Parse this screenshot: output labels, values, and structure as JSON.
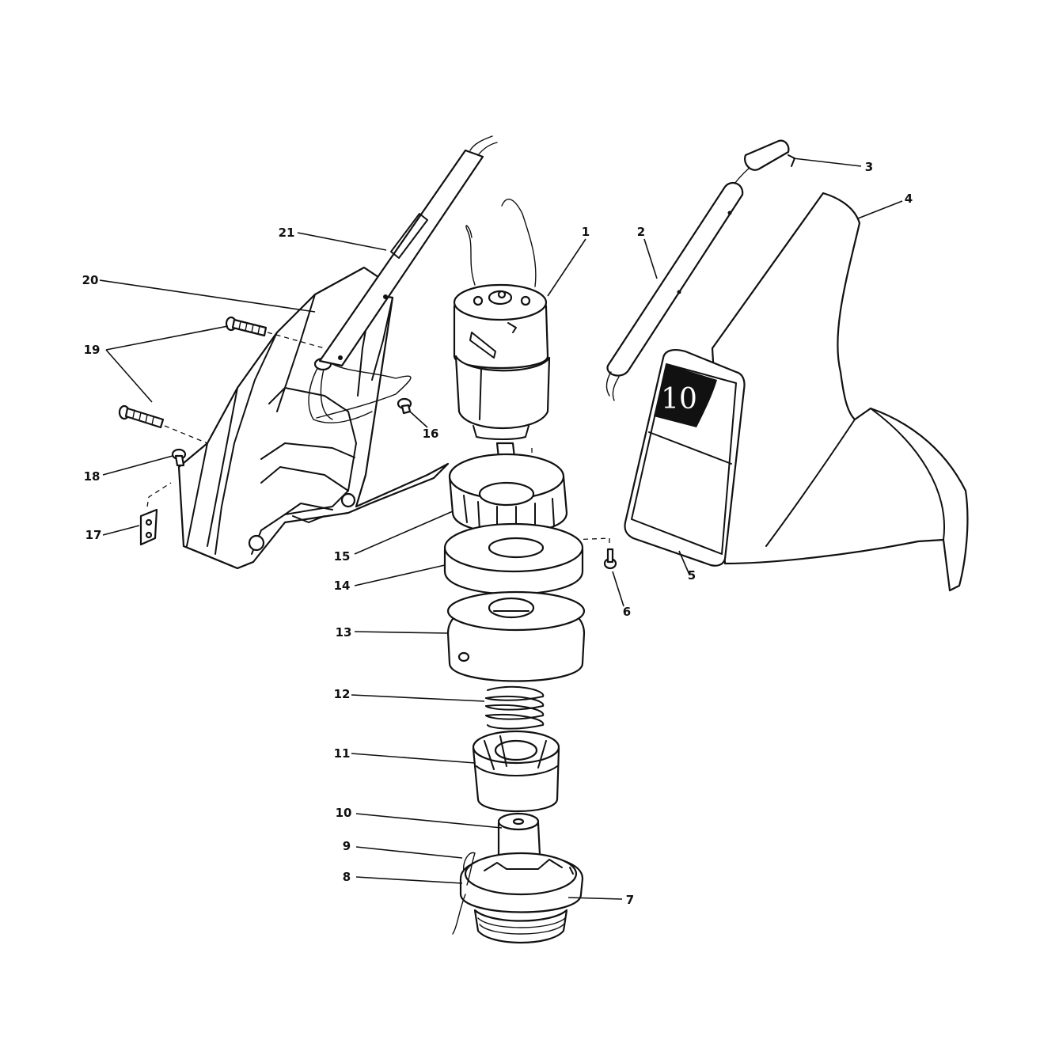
{
  "diagram": {
    "callouts": [
      {
        "id": "c1",
        "text": "1"
      },
      {
        "id": "c2",
        "text": "2"
      },
      {
        "id": "c3",
        "text": "3"
      },
      {
        "id": "c4",
        "text": "4"
      },
      {
        "id": "c5",
        "text": "5"
      },
      {
        "id": "c6",
        "text": "6"
      },
      {
        "id": "c7",
        "text": "7"
      },
      {
        "id": "c8",
        "text": "8"
      },
      {
        "id": "c9",
        "text": "9"
      },
      {
        "id": "c10",
        "text": "10"
      },
      {
        "id": "c11",
        "text": "11"
      },
      {
        "id": "c12",
        "text": "12"
      },
      {
        "id": "c13",
        "text": "13"
      },
      {
        "id": "c14",
        "text": "14"
      },
      {
        "id": "c15",
        "text": "15"
      },
      {
        "id": "c16",
        "text": "16"
      },
      {
        "id": "c17",
        "text": "17"
      },
      {
        "id": "c18",
        "text": "18"
      },
      {
        "id": "c19",
        "text": "19"
      },
      {
        "id": "c20",
        "text": "20"
      },
      {
        "id": "c21",
        "text": "21"
      }
    ],
    "decal_text": "10"
  }
}
